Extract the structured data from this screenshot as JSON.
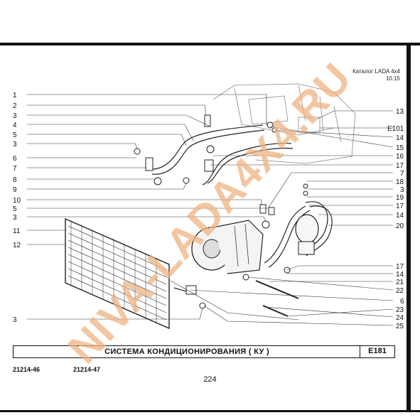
{
  "catalog": {
    "line1": "Каталог LADA 4x4",
    "line2": "10.15"
  },
  "title": "СИСТЕМА  КОНДИЦИОНИРОВАНИЯ ( КУ )",
  "code": "E181",
  "models": [
    "21214-46",
    "21214-47"
  ],
  "page": "224",
  "watermark": "NIVA-LADA4X4.RU",
  "colors": {
    "watermark": "#f0b483",
    "ink": "#111111"
  },
  "left_callouts": [
    "1",
    "2",
    "3",
    "4",
    "5",
    "3",
    "6",
    "7",
    "8",
    "9",
    "10",
    "5",
    "3",
    "11",
    "12",
    "3"
  ],
  "right_callouts": [
    "13",
    "E101",
    "14",
    "15",
    "16",
    "17",
    "7",
    "18",
    "3",
    "19",
    "17",
    "14",
    "20",
    "17",
    "14",
    "21",
    "22",
    "6",
    "23",
    "24",
    "25"
  ]
}
